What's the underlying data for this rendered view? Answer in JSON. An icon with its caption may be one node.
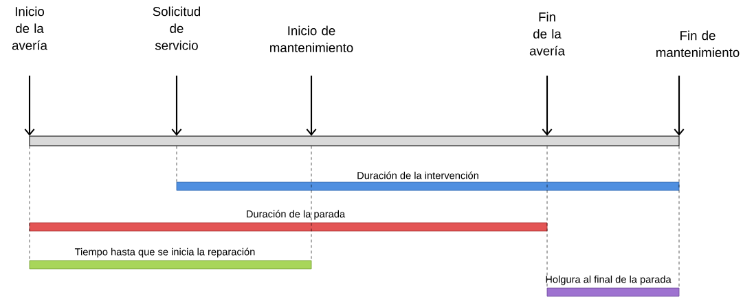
{
  "diagram": {
    "nodes": [
      {
        "text": [
          "Inicio de la avería"
        ]
      },
      {
        "text": [
          "Solicitud de servicio"
        ]
      },
      {
        "text": [
          "Inicio de mantenimiento"
        ]
      },
      {
        "text": [
          "Fin de la avería"
        ]
      },
      {
        "text": [
          "Fin de mantenimiento"
        ]
      },
      {
        "text": [],
        "shape": "bar"
      },
      {
        "text": [
          "Duración de la intervención"
        ]
      },
      {
        "text": [
          "Duración de la parada"
        ]
      },
      {
        "text": [
          "Tiempo hasta que se inicia la reparación"
        ]
      },
      {
        "text": [
          "Holgura al final de la parada"
        ]
      }
    ],
    "edges": [
      {
        "from": 0,
        "to": 5,
        "arrow": "to"
      },
      {
        "from": 1,
        "to": 5,
        "arrow": "to"
      },
      {
        "from": 2,
        "to": 5,
        "arrow": "to"
      },
      {
        "from": 3,
        "to": 5,
        "arrow": "to"
      },
      {
        "from": 4,
        "to": 5,
        "arrow": "to"
      },
      {
        "from": 5,
        "to": 8,
        "arrow": "none",
        "style": "dashed"
      },
      {
        "from": 5,
        "to": 6,
        "arrow": "none",
        "style": "dashed"
      },
      {
        "from": 5,
        "to": 8,
        "arrow": "none",
        "style": "dashed"
      },
      {
        "from": 5,
        "to": 9,
        "arrow": "none",
        "style": "dashed"
      },
      {
        "from": 5,
        "to": 9,
        "arrow": "none",
        "style": "dashed"
      }
    ]
  }
}
